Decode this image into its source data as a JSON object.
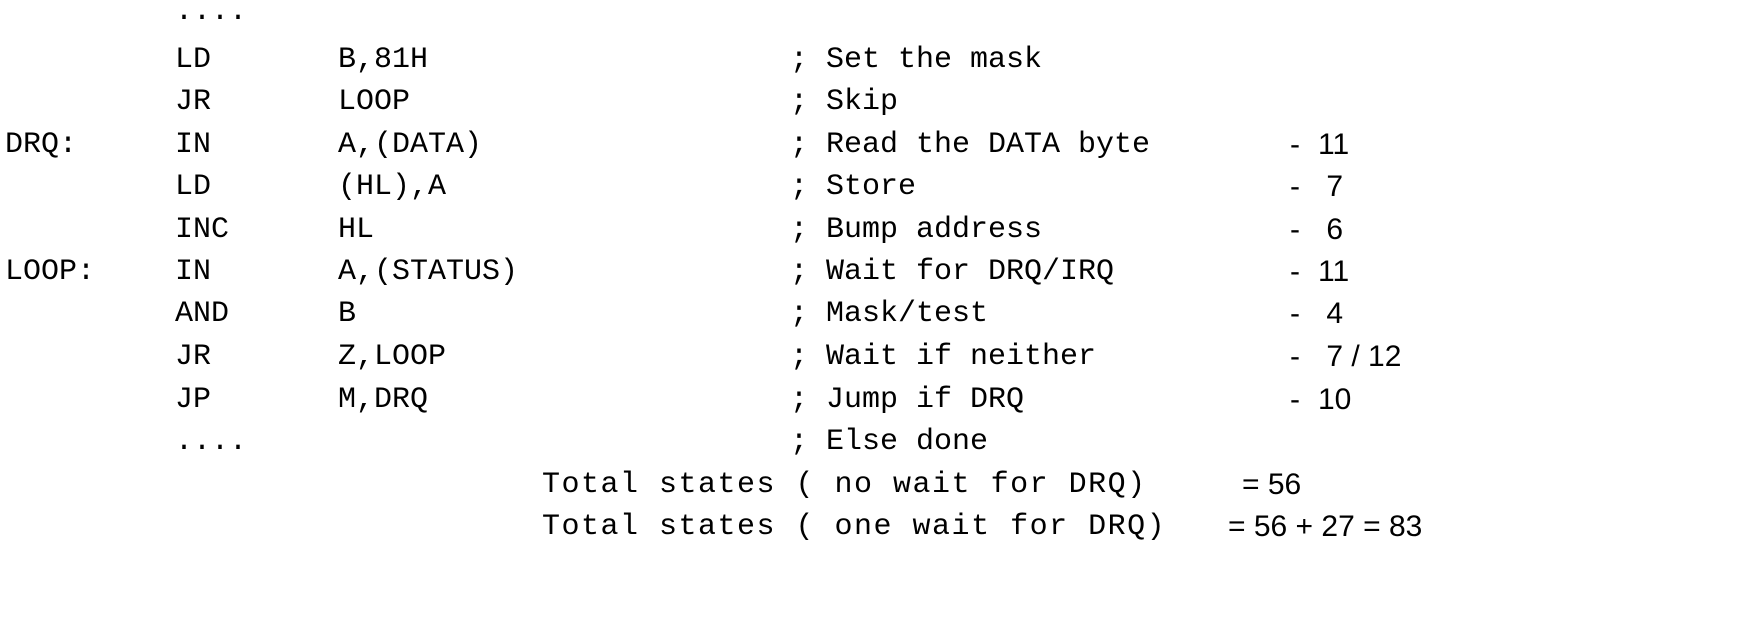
{
  "listing": {
    "rows": [
      {
        "label": "",
        "mnemonic": "....",
        "operand": "",
        "comment": "",
        "dash": "",
        "cycles": ""
      },
      {
        "label": "",
        "mnemonic": "LD",
        "operand": "B,81H",
        "comment": "; Set the mask",
        "dash": "",
        "cycles": ""
      },
      {
        "label": "",
        "mnemonic": "JR",
        "operand": "LOOP",
        "comment": "; Skip",
        "dash": "",
        "cycles": ""
      },
      {
        "label": "DRQ:",
        "mnemonic": "IN",
        "operand": "A,(DATA)",
        "comment": "; Read the DATA byte",
        "dash": "-",
        "cycles": "11"
      },
      {
        "label": "",
        "mnemonic": "LD",
        "operand": "(HL),A",
        "comment": "; Store",
        "dash": "-",
        "cycles": " 7"
      },
      {
        "label": "",
        "mnemonic": "INC",
        "operand": "HL",
        "comment": "; Bump address",
        "dash": "-",
        "cycles": " 6"
      },
      {
        "label": "LOOP:",
        "mnemonic": "IN",
        "operand": "A,(STATUS)",
        "comment": "; Wait for DRQ/IRQ",
        "dash": "-",
        "cycles": "11"
      },
      {
        "label": "",
        "mnemonic": "AND",
        "operand": "B",
        "comment": "; Mask/test",
        "dash": "-",
        "cycles": " 4"
      },
      {
        "label": "",
        "mnemonic": "JR",
        "operand": "Z,LOOP",
        "comment": "; Wait if neither",
        "dash": "-",
        "cycles": " 7 / 12"
      },
      {
        "label": "",
        "mnemonic": "JP",
        "operand": "M,DRQ",
        "comment": "; Jump if DRQ",
        "dash": "-",
        "cycles": "10"
      },
      {
        "label": "",
        "mnemonic": "....",
        "operand": "",
        "comment": "; Else done",
        "dash": "",
        "cycles": ""
      }
    ]
  },
  "totals": [
    {
      "text": "Total states ( no wait for DRQ)",
      "value": "= 56"
    },
    {
      "text": "Total states ( one wait for DRQ)",
      "value": "= 56 + 27 = 83"
    }
  ]
}
